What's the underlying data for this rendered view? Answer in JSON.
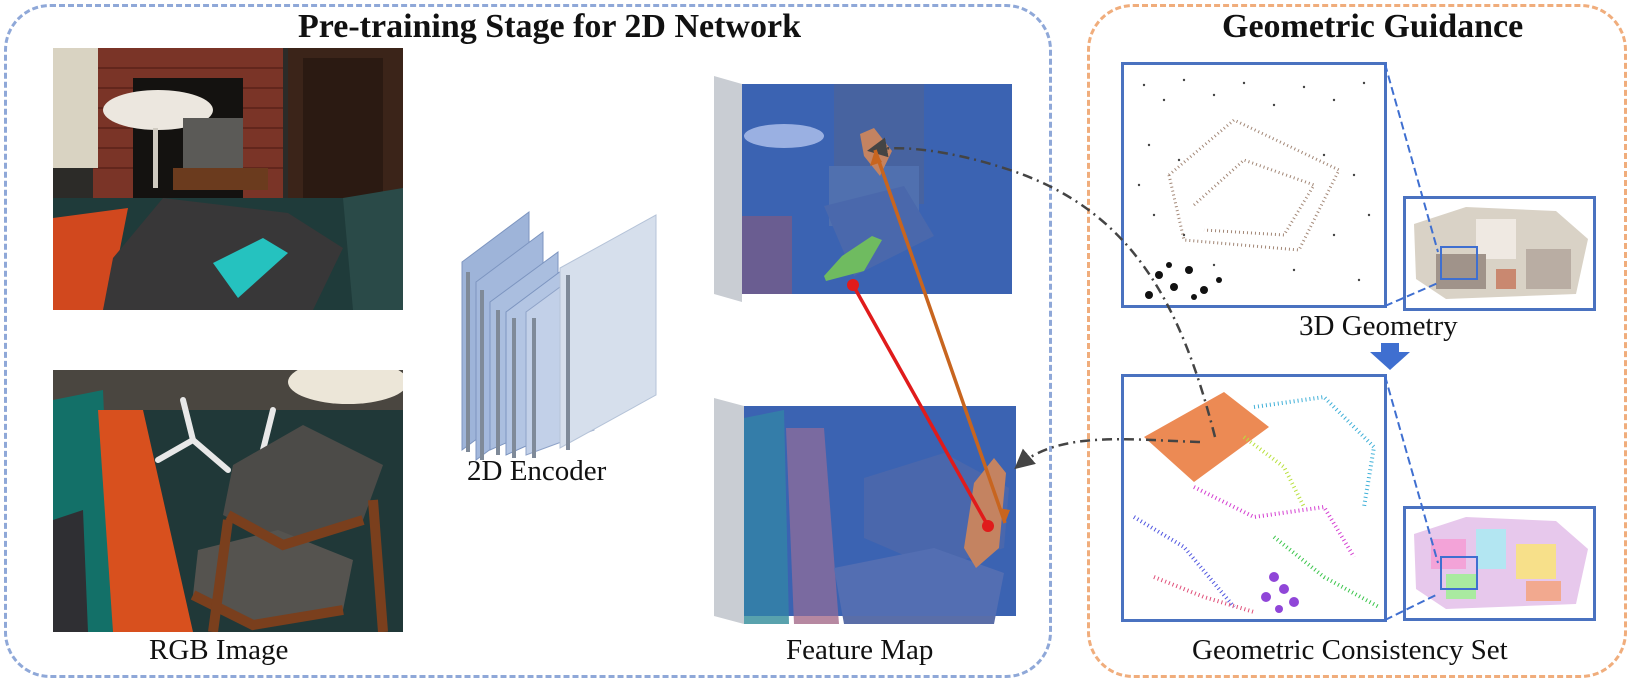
{
  "left_panel": {
    "title": "Pre-training Stage for 2D Network"
  },
  "right_panel": {
    "title": "Geometric Guidance"
  },
  "labels": {
    "rgb_image": "RGB Image",
    "encoder": "2D Encoder",
    "feature_map": "Feature Map",
    "geometry": "3D Geometry",
    "consistency": "Geometric Consistency Set"
  },
  "colors": {
    "left_border": "#8fa8d8",
    "right_border": "#f0ad7c",
    "feature_overlay": "#3f6fd0",
    "correspondence_positive": "#e01b1b",
    "correspondence_orange": "#c8651f",
    "highlight_green": "#7fd43b",
    "highlight_orange": "#f08a3c",
    "down_arrow": "#3f6fd0"
  }
}
